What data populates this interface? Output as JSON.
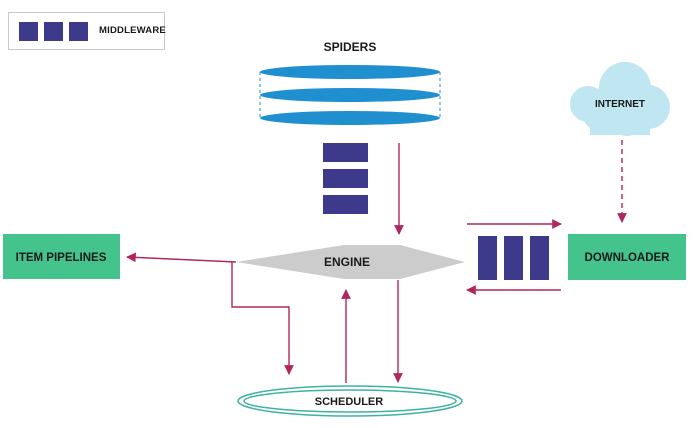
{
  "legend": {
    "label": "MIDDLEWARE"
  },
  "nodes": {
    "spiders": "SPIDERS",
    "internet": "INTERNET",
    "engine": "ENGINE",
    "item_pipelines": "ITEM PIPELINES",
    "downloader": "DOWNLOADER",
    "scheduler": "SCHEDULER"
  },
  "colors": {
    "green": "#44c48c",
    "middleware": "#3d3a8c",
    "spider_blue": "#1f8fd0",
    "engine_gray": "#cccccc",
    "arrow": "#b0265f",
    "cloud": "#bfe6f1",
    "scheduler_teal": "#3fb2a2"
  }
}
